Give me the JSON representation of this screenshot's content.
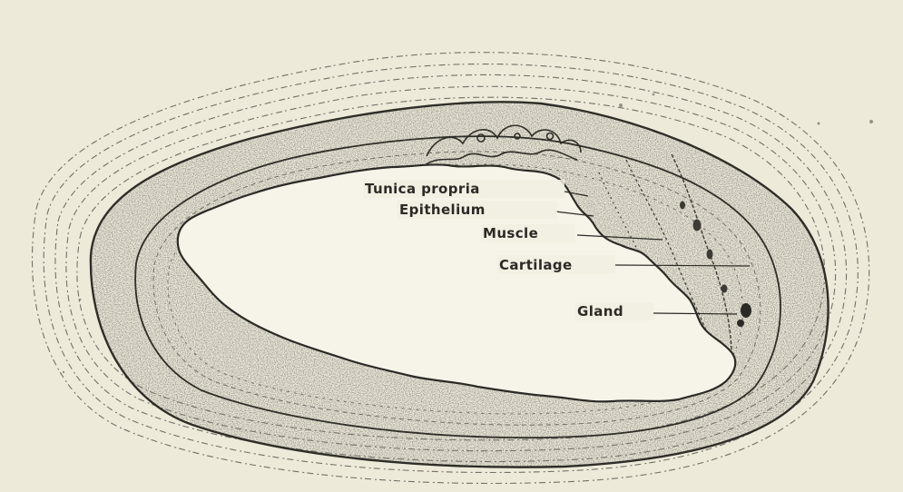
{
  "labels": {
    "tunica_propria": "Tunica propria",
    "epithelium": "Epithelium",
    "muscle": "Muscle",
    "cartilage": "Cartilage",
    "gland": "Gland"
  },
  "colors": {
    "paper": "#f1eee1",
    "ink": "#2b2a26",
    "stipple": "#3a3833"
  }
}
